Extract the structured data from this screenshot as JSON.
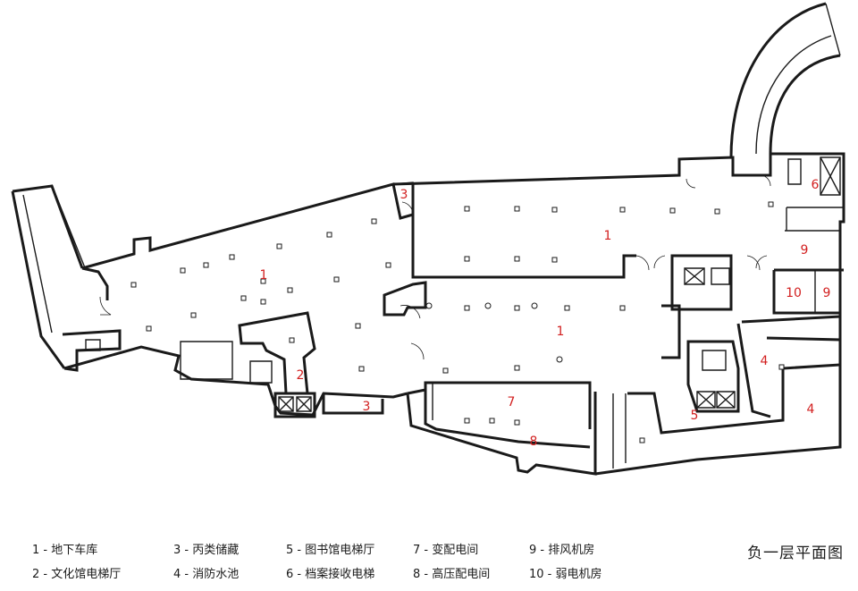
{
  "title": "负一层平面图",
  "room_labels": [
    {
      "id": "r1a",
      "text": "1"
    },
    {
      "id": "r1b",
      "text": "1"
    },
    {
      "id": "r1c",
      "text": "1"
    },
    {
      "id": "r2",
      "text": "2"
    },
    {
      "id": "r3a",
      "text": "3"
    },
    {
      "id": "r3b",
      "text": "3"
    },
    {
      "id": "r4a",
      "text": "4"
    },
    {
      "id": "r4b",
      "text": "4"
    },
    {
      "id": "r5",
      "text": "5"
    },
    {
      "id": "r6",
      "text": "6"
    },
    {
      "id": "r7",
      "text": "7"
    },
    {
      "id": "r8",
      "text": "8"
    },
    {
      "id": "r9a",
      "text": "9"
    },
    {
      "id": "r9b",
      "text": "9"
    },
    {
      "id": "r10",
      "text": "10"
    }
  ],
  "legend": [
    {
      "text": "1 - 地下车库"
    },
    {
      "text": "2 - 文化馆电梯厅"
    },
    {
      "text": "3 - 丙类储藏"
    },
    {
      "text": "4 - 消防水池"
    },
    {
      "text": "5 - 图书馆电梯厅"
    },
    {
      "text": "6 - 档案接收电梯"
    },
    {
      "text": "7 - 变配电间"
    },
    {
      "text": "8 - 高压配电间"
    },
    {
      "text": "9 - 排风机房"
    },
    {
      "text": "10 - 弱电机房"
    }
  ],
  "colors": {
    "label": "#d21f1f",
    "wall": "#1a1a1a",
    "background": "#ffffff"
  }
}
